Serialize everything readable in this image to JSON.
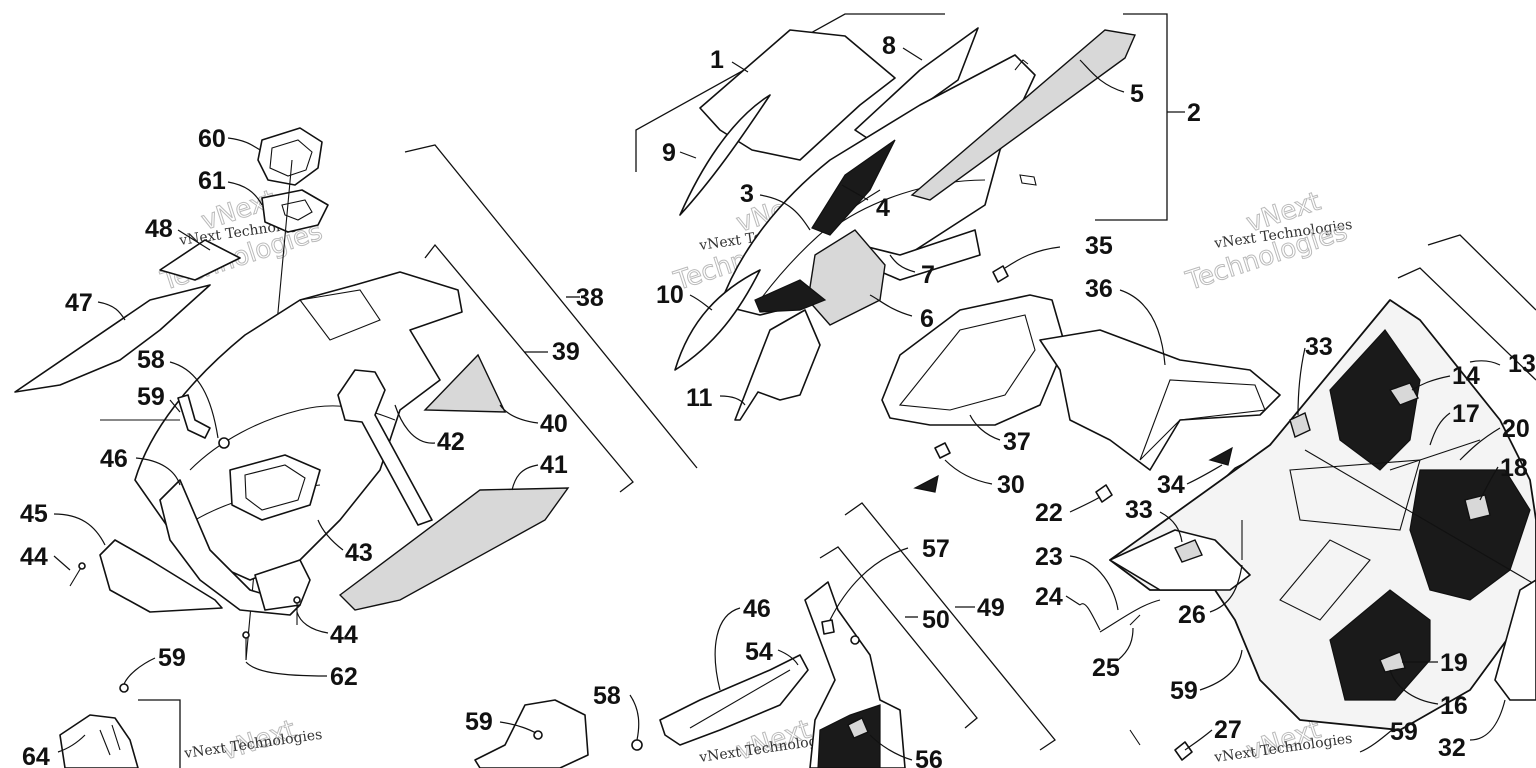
{
  "watermark": {
    "brand": "vNext",
    "line1": "vNext Technologies",
    "line2": "Technologies"
  },
  "callouts": [
    "1",
    "2",
    "3",
    "4",
    "5",
    "6",
    "7",
    "8",
    "9",
    "10",
    "11",
    "13",
    "14",
    "16",
    "17",
    "18",
    "19",
    "20",
    "22",
    "23",
    "24",
    "25",
    "26",
    "27",
    "30",
    "32",
    "33",
    "34",
    "35",
    "36",
    "37",
    "38",
    "39",
    "40",
    "41",
    "42",
    "43",
    "44",
    "45",
    "46",
    "47",
    "48",
    "49",
    "50",
    "54",
    "56",
    "57",
    "58",
    "59",
    "60",
    "61",
    "62",
    "64"
  ]
}
